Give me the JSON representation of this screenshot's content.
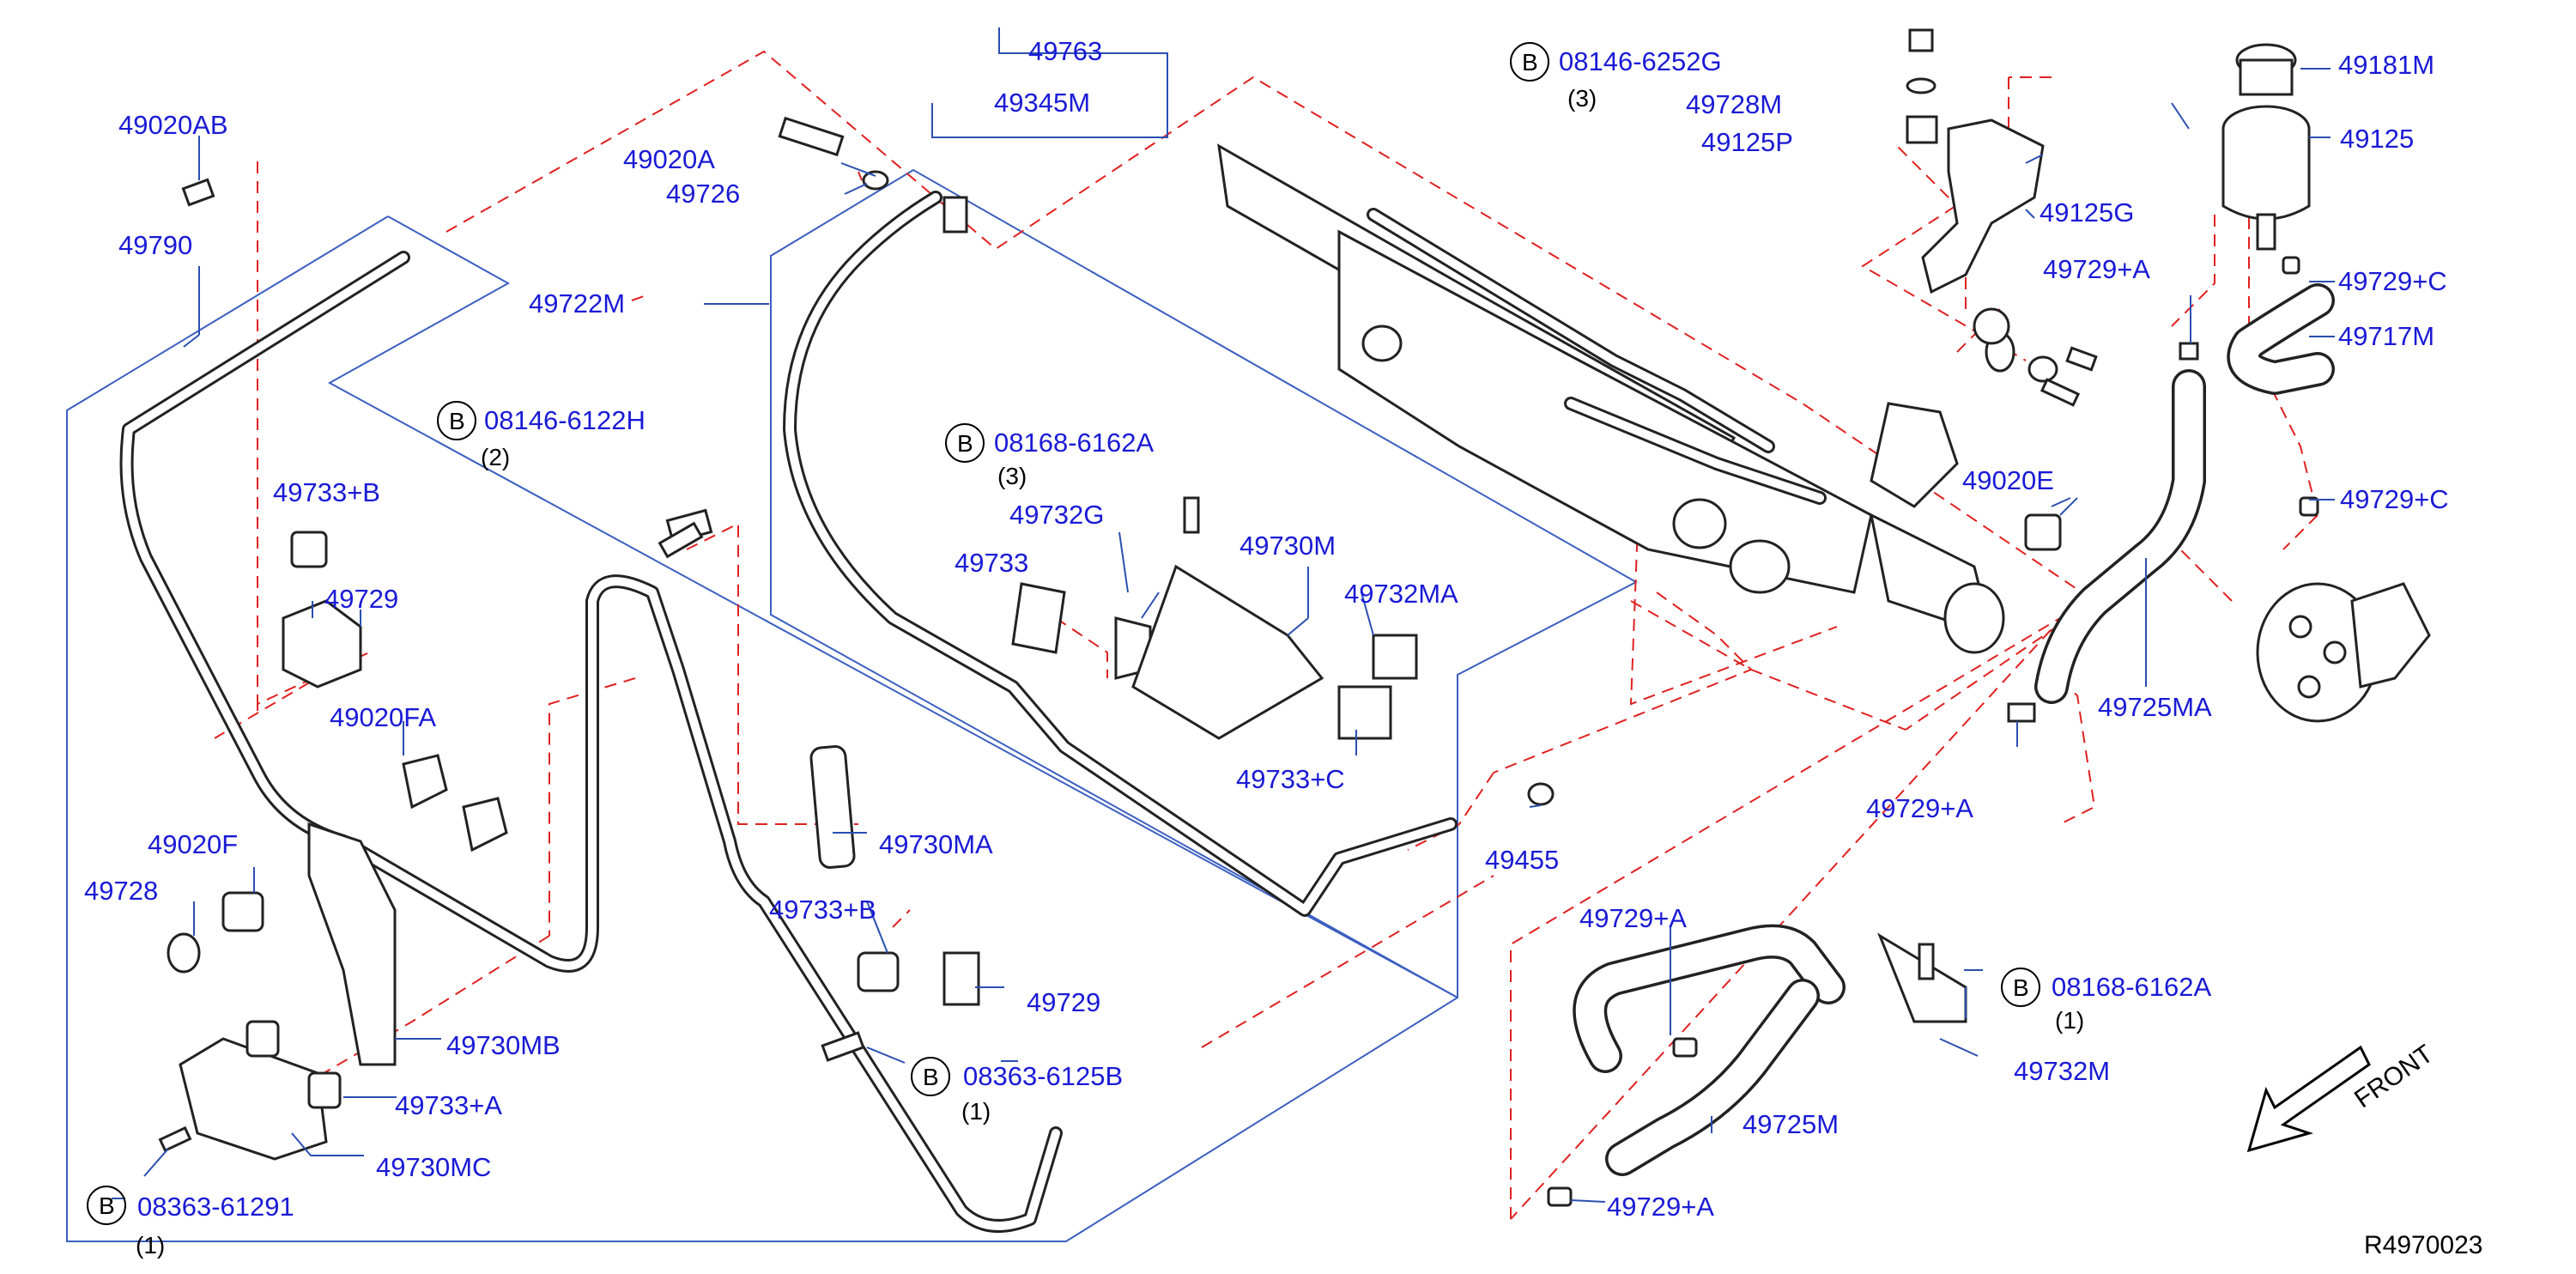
{
  "diagram": {
    "reference_code": "R4970023",
    "direction_label": "FRONT",
    "bolt_prefix": "B",
    "parts": [
      {
        "id": "p49020AB",
        "label": "49020AB"
      },
      {
        "id": "p49790",
        "label": "49790"
      },
      {
        "id": "p49020A",
        "label": "49020A"
      },
      {
        "id": "p49726",
        "label": "49726"
      },
      {
        "id": "p49763",
        "label": "49763"
      },
      {
        "id": "p49345M",
        "label": "49345M"
      },
      {
        "id": "p49722M",
        "label": "49722M"
      },
      {
        "id": "p08146-6252G",
        "label": "08146-6252G",
        "qty": "(3)"
      },
      {
        "id": "p49728M",
        "label": "49728M"
      },
      {
        "id": "p49125P",
        "label": "49125P"
      },
      {
        "id": "p49125G",
        "label": "49125G"
      },
      {
        "id": "p49181M",
        "label": "49181M"
      },
      {
        "id": "p49125",
        "label": "49125"
      },
      {
        "id": "p49729+C-1",
        "label": "49729+C"
      },
      {
        "id": "p49717M",
        "label": "49717M"
      },
      {
        "id": "p49729+A-1",
        "label": "49729+A"
      },
      {
        "id": "p49729+C-2",
        "label": "49729+C"
      },
      {
        "id": "p08146-6122H",
        "label": "08146-6122H",
        "qty": "(2)"
      },
      {
        "id": "p08168-6162A-1",
        "label": "08168-6162A",
        "qty": "(3)"
      },
      {
        "id": "p49732G",
        "label": "49732G"
      },
      {
        "id": "p49733",
        "label": "49733"
      },
      {
        "id": "p49730M",
        "label": "49730M"
      },
      {
        "id": "p49732MA",
        "label": "49732MA"
      },
      {
        "id": "p49733+C",
        "label": "49733+C"
      },
      {
        "id": "p49020E",
        "label": "49020E"
      },
      {
        "id": "p49725MA",
        "label": "49725MA"
      },
      {
        "id": "p49729+A-2",
        "label": "49729+A"
      },
      {
        "id": "p49733+B-1",
        "label": "49733+B"
      },
      {
        "id": "p49729-1",
        "label": "49729"
      },
      {
        "id": "p49020FA",
        "label": "49020FA"
      },
      {
        "id": "p49020F",
        "label": "49020F"
      },
      {
        "id": "p49728",
        "label": "49728"
      },
      {
        "id": "p49730MB",
        "label": "49730MB"
      },
      {
        "id": "p49733+A",
        "label": "49733+A"
      },
      {
        "id": "p49730MC",
        "label": "49730MC"
      },
      {
        "id": "p08363-61291",
        "label": "08363-61291",
        "qty": "(1)"
      },
      {
        "id": "p49730MA",
        "label": "49730MA"
      },
      {
        "id": "p49733+B-2",
        "label": "49733+B"
      },
      {
        "id": "p49729-2",
        "label": "49729"
      },
      {
        "id": "p08363-6125B",
        "label": "08363-6125B",
        "qty": "(1)"
      },
      {
        "id": "p49455",
        "label": "49455"
      },
      {
        "id": "p49729+A-3",
        "label": "49729+A"
      },
      {
        "id": "p08168-6162A-2",
        "label": "08168-6162A",
        "qty": "(1)"
      },
      {
        "id": "p49732M",
        "label": "49732M"
      },
      {
        "id": "p49725M",
        "label": "49725M"
      },
      {
        "id": "p49729+A-4",
        "label": "49729+A"
      }
    ]
  },
  "colors": {
    "label_blue": "#1a1ad6",
    "leader_blue": "#2a4fb0",
    "dash_red": "#e02020",
    "ink": "#222222"
  }
}
